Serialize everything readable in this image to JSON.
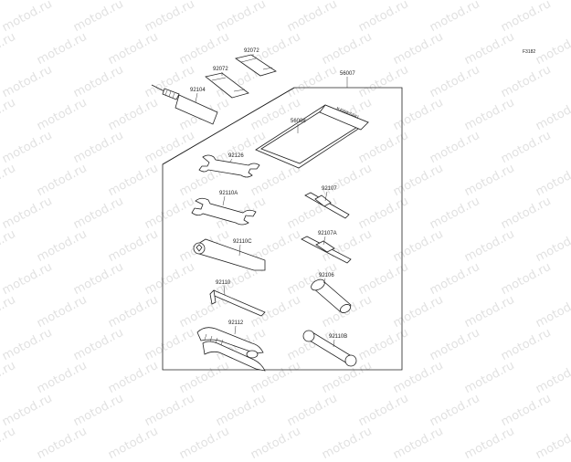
{
  "figure_code": "F3182",
  "watermark_text": "motod.ru",
  "parts": {
    "p56007": "56007",
    "p56008": "56008",
    "p92072a": "92072",
    "p92072b": "92072",
    "p92104": "92104",
    "p92126": "92126",
    "p92110a": "92110A",
    "p92110c": "92110C",
    "p92110": "92110",
    "p92112": "92112",
    "p92107": "92107",
    "p92107a": "92107A",
    "p92106": "92106",
    "p92110b": "92110B"
  },
  "bag_print": "KAWASAKI"
}
